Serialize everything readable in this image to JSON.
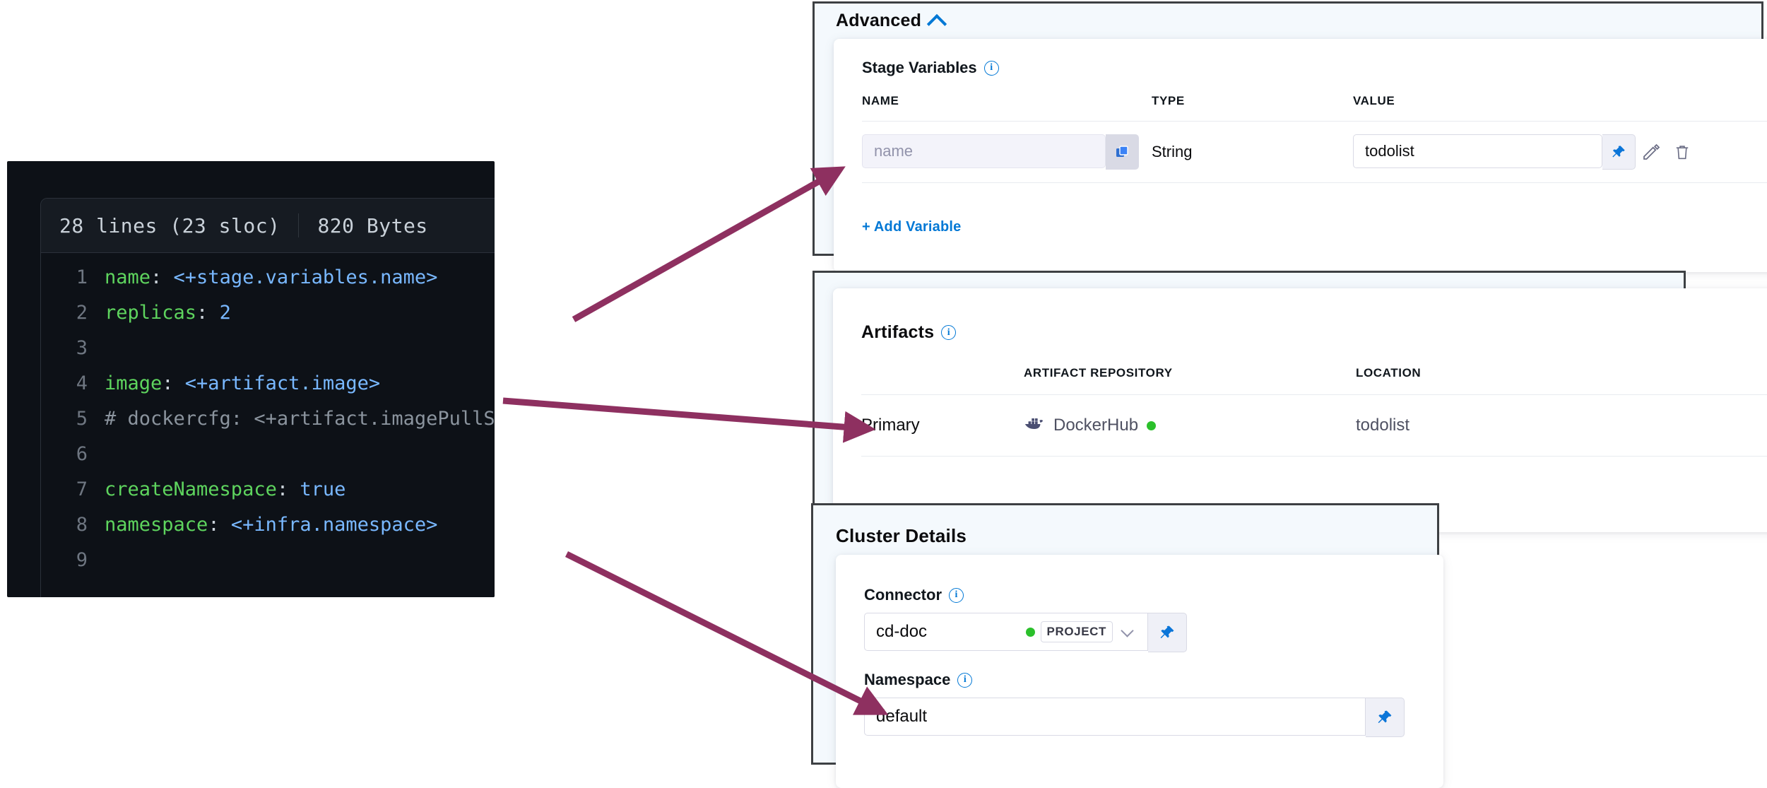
{
  "code_viewer": {
    "filebar": {
      "lines_text": "28 lines (23 sloc)",
      "size_text": "820 Bytes"
    },
    "lines": [
      {
        "num": "1",
        "key": "name",
        "colon": ": ",
        "value": "<+stage.variables.name>",
        "style": "val"
      },
      {
        "num": "2",
        "key": "replicas",
        "colon": ": ",
        "value": "2",
        "style": "val"
      },
      {
        "num": "3",
        "key": "",
        "colon": "",
        "value": "",
        "style": "none"
      },
      {
        "num": "4",
        "key": "image",
        "colon": ": ",
        "value": "<+artifact.image>",
        "style": "val"
      },
      {
        "num": "5",
        "key": "",
        "colon": "",
        "value": "# dockercfg: <+artifact.imagePullSecret>",
        "style": "comment"
      },
      {
        "num": "6",
        "key": "",
        "colon": "",
        "value": "",
        "style": "none"
      },
      {
        "num": "7",
        "key": "createNamespace",
        "colon": ": ",
        "value": "true",
        "style": "val"
      },
      {
        "num": "8",
        "key": "namespace",
        "colon": ": ",
        "value": "<+infra.namespace>",
        "style": "val"
      },
      {
        "num": "9",
        "key": "",
        "colon": "",
        "value": "",
        "style": "none"
      }
    ]
  },
  "advanced_panel": {
    "title": "Advanced",
    "collapse_icon": "chevron-up-icon",
    "stage_variables": {
      "label": "Stage Variables",
      "info_icon": "info-icon",
      "columns": {
        "name": "NAME",
        "type": "TYPE",
        "value": "VALUE"
      },
      "rows": [
        {
          "name_placeholder": "name",
          "name_value": "",
          "copy_icon": "copy-icon",
          "type": "String",
          "value": "todolist",
          "pin_icon": "pin-icon",
          "edit_icon": "pencil-icon",
          "delete_icon": "trash-icon"
        }
      ],
      "add_variable_label": "+ Add Variable"
    }
  },
  "artifacts_panel": {
    "title": "Artifacts",
    "info_icon": "info-icon",
    "columns": {
      "name": "",
      "repository": "ARTIFACT REPOSITORY",
      "location": "LOCATION"
    },
    "rows": [
      {
        "name": "Primary",
        "repository": "DockerHub",
        "repository_icon": "docker-icon",
        "status_icon": "green-status-dot",
        "location": "todolist"
      }
    ]
  },
  "cluster_panel": {
    "title": "Cluster Details",
    "connector": {
      "label": "Connector",
      "info_icon": "info-icon",
      "value": "cd-doc",
      "status_icon": "green-status-dot",
      "scope_badge": "PROJECT",
      "dropdown_icon": "chevron-down-icon",
      "pin_icon": "pin-icon"
    },
    "namespace": {
      "label": "Namespace",
      "info_icon": "info-icon",
      "value": "default",
      "pin_icon": "pin-icon"
    }
  },
  "annotations": {
    "arrow_color": "#8e3060",
    "arrows": [
      {
        "name": "arrow-name-variable",
        "from": "code line 1 name",
        "to": "stage variable name input"
      },
      {
        "name": "arrow-artifact-image",
        "from": "code line 4 image",
        "to": "artifacts primary row"
      },
      {
        "name": "arrow-infra-namespace",
        "from": "code line 8 namespace",
        "to": "cluster namespace field"
      }
    ]
  }
}
